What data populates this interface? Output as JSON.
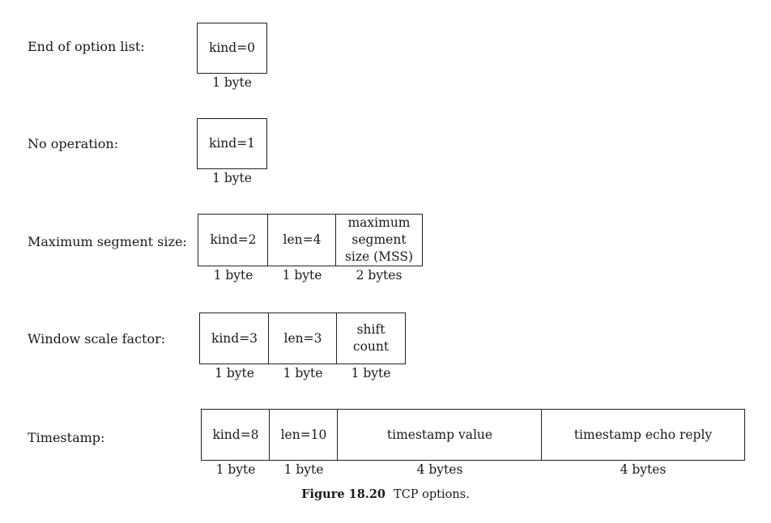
{
  "options": [
    {
      "label": "End of option list:",
      "fields": [
        {
          "text": "kind=0",
          "size": "1 byte"
        }
      ]
    },
    {
      "label": "No operation:",
      "fields": [
        {
          "text": "kind=1",
          "size": "1 byte"
        }
      ]
    },
    {
      "label": "Maximum segment size:",
      "fields": [
        {
          "text": "kind=2",
          "size": "1 byte"
        },
        {
          "text": "len=4",
          "size": "1 byte"
        },
        {
          "text": "maximum\nsegment\nsize (MSS)",
          "size": "2 bytes"
        }
      ]
    },
    {
      "label": "Window scale factor:",
      "fields": [
        {
          "text": "kind=3",
          "size": "1 byte"
        },
        {
          "text": "len=3",
          "size": "1 byte"
        },
        {
          "text": "shift\ncount",
          "size": "1 byte"
        }
      ]
    },
    {
      "label": "Timestamp:",
      "fields": [
        {
          "text": "kind=8",
          "size": "1 byte"
        },
        {
          "text": "len=10",
          "size": "1 byte"
        },
        {
          "text": "timestamp value",
          "size": "4 bytes"
        },
        {
          "text": "timestamp echo reply",
          "size": "4 bytes"
        }
      ]
    }
  ],
  "caption": {
    "number": "Figure 18.20",
    "text": "TCP options."
  }
}
